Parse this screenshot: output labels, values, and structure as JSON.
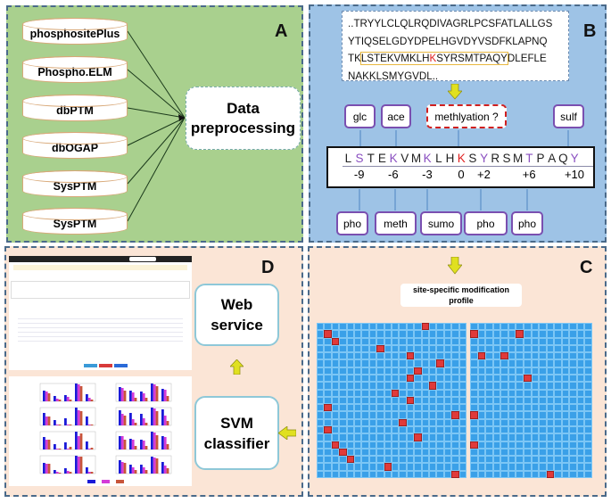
{
  "panelA": {
    "label": "A",
    "background": "#a9d08e",
    "databases": [
      "phosphositePlus",
      "Phospho.ELM",
      "dbPTM",
      "dbOGAP",
      "SysPTM",
      "SysPTM"
    ],
    "process": [
      "Data",
      "preprocessing"
    ]
  },
  "panelB": {
    "label": "B",
    "background": "#9ec3e6",
    "sequence_lines": [
      "..TRYYLCLQLRQDIVAGRLPCSFATLALLGS",
      "YTIQSELGDYDPELHGVDYVSDFKLAPNQ",
      [
        "TK",
        "LSTEKVMKLH",
        "K",
        "SYRSMTPAQY",
        "DLEFLE"
      ],
      "NAKKLSMYGVDL.."
    ],
    "top_tags": [
      "glc",
      "ace",
      "methlyation ?",
      "sulf"
    ],
    "residues": [
      {
        "aa": "L",
        "t": "p"
      },
      {
        "aa": "S",
        "t": "m"
      },
      {
        "aa": "T",
        "t": "p"
      },
      {
        "aa": "E",
        "t": "p"
      },
      {
        "aa": "K",
        "t": "m"
      },
      {
        "aa": "V",
        "t": "p"
      },
      {
        "aa": "M",
        "t": "p"
      },
      {
        "aa": "K",
        "t": "m"
      },
      {
        "aa": "L",
        "t": "p"
      },
      {
        "aa": "H",
        "t": "p"
      },
      {
        "aa": "K",
        "t": "x"
      },
      {
        "aa": "S",
        "t": "p"
      },
      {
        "aa": "Y",
        "t": "m"
      },
      {
        "aa": "R",
        "t": "p"
      },
      {
        "aa": "S",
        "t": "p"
      },
      {
        "aa": "M",
        "t": "p"
      },
      {
        "aa": "T",
        "t": "m"
      },
      {
        "aa": "P",
        "t": "p"
      },
      {
        "aa": "A",
        "t": "p"
      },
      {
        "aa": "Q",
        "t": "p"
      },
      {
        "aa": "Y",
        "t": "m"
      }
    ],
    "positions": [
      "-9",
      "-6",
      "-3",
      "0",
      "+2",
      "+6",
      "+10"
    ],
    "bottom_tags": [
      "pho",
      "meth",
      "sumo",
      "pho",
      "pho"
    ],
    "colors": {
      "modified": "#8a4fc0",
      "target": "#e02020",
      "plain": "#222"
    }
  },
  "panelC": {
    "label": "C",
    "title": [
      "site-specific modification",
      "profile"
    ],
    "left_block": {
      "cols": 20,
      "rows": 21,
      "modified": [
        [
          0,
          14
        ],
        [
          1,
          1
        ],
        [
          2,
          2
        ],
        [
          3,
          8
        ],
        [
          4,
          12
        ],
        [
          5,
          16
        ],
        [
          6,
          13
        ],
        [
          7,
          12
        ],
        [
          8,
          15
        ],
        [
          9,
          10
        ],
        [
          10,
          12
        ],
        [
          11,
          1
        ],
        [
          12,
          18
        ],
        [
          13,
          11
        ],
        [
          14,
          1
        ],
        [
          15,
          13
        ],
        [
          16,
          2
        ],
        [
          17,
          3
        ],
        [
          18,
          4
        ],
        [
          19,
          9
        ],
        [
          20,
          18
        ]
      ]
    },
    "right_block": {
      "cols": 16,
      "rows": 21,
      "modified": [
        [
          1,
          0
        ],
        [
          1,
          6
        ],
        [
          4,
          1
        ],
        [
          4,
          4
        ],
        [
          7,
          7
        ],
        [
          12,
          0
        ],
        [
          16,
          0
        ],
        [
          20,
          10
        ]
      ]
    }
  },
  "panelD": {
    "label": "D",
    "web": [
      "Web",
      "service"
    ],
    "svm": [
      "SVM",
      "classifier"
    ],
    "series_colors": [
      "#1a1ad8",
      "#d43ad8",
      "#c8553a"
    ],
    "mini_charts": [
      [
        [
          0.6,
          0.55,
          0.45
        ],
        [
          0.3,
          0.15,
          0.1
        ],
        [
          0.35,
          0.25,
          0.1
        ],
        [
          1,
          0.95,
          0.85
        ],
        [
          0.4,
          0.2,
          0.1
        ]
      ],
      [
        [
          0.8,
          0.75,
          0.6
        ],
        [
          0.6,
          0.5,
          0.2
        ],
        [
          0.55,
          0.45,
          0.2
        ],
        [
          1,
          0.95,
          0.85
        ],
        [
          0.7,
          0.65,
          0.3
        ]
      ],
      [
        [
          0.7,
          0.5,
          0.5
        ],
        [
          0.3,
          0.05,
          0.05
        ],
        [
          0.4,
          0.05,
          0.05
        ],
        [
          1,
          0.85,
          0.8
        ],
        [
          0.5,
          0.05,
          0.05
        ]
      ],
      [
        [
          0.85,
          0.65,
          0.55
        ],
        [
          0.7,
          0.35,
          0.15
        ],
        [
          0.65,
          0.4,
          0.15
        ],
        [
          1,
          0.95,
          0.8
        ],
        [
          0.9,
          0.55,
          0.25
        ]
      ],
      [
        [
          0.7,
          0.55,
          0.55
        ],
        [
          0.3,
          0.05,
          0.05
        ],
        [
          0.4,
          0.05,
          0.15
        ],
        [
          1,
          0.75,
          0.9
        ],
        [
          0.45,
          0.05,
          0.1
        ]
      ],
      [
        [
          0.75,
          0.75,
          0.55
        ],
        [
          0.6,
          0.55,
          0.2
        ],
        [
          0.55,
          0.5,
          0.2
        ],
        [
          1,
          0.95,
          0.8
        ],
        [
          0.75,
          0.7,
          0.3
        ]
      ],
      [
        [
          0.6,
          0.55,
          0.55
        ],
        [
          0.2,
          0.1,
          0.05
        ],
        [
          0.3,
          0.15,
          0.1
        ],
        [
          1,
          0.95,
          0.95
        ],
        [
          0.35,
          0.1,
          0.1
        ]
      ],
      [
        [
          0.75,
          0.65,
          0.6
        ],
        [
          0.5,
          0.35,
          0.2
        ],
        [
          0.5,
          0.35,
          0.2
        ],
        [
          0.95,
          0.9,
          0.85
        ],
        [
          0.65,
          0.45,
          0.3
        ]
      ]
    ]
  }
}
